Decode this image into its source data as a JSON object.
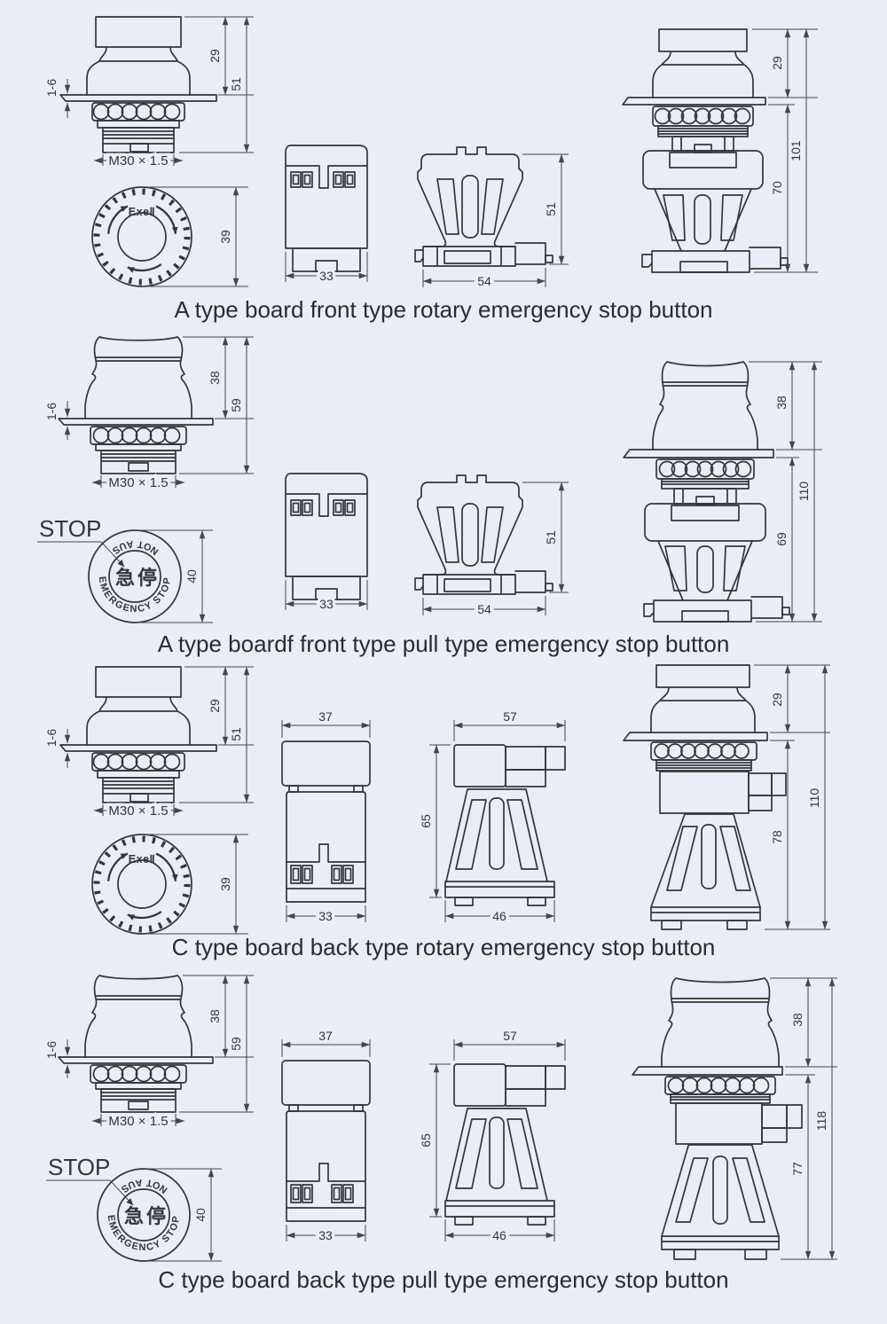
{
  "page": {
    "background": "#e9edf7",
    "ink": "#35353a",
    "caption_color": "#2b2b30"
  },
  "sections": [
    {
      "caption": "A type board front type rotary emergency stop button",
      "side": {
        "panel_dim": "1-6",
        "head_dim": "29",
        "total_dim": "51",
        "thread": "M30 × 1.5"
      },
      "top": {
        "brand": "ExeⅡ",
        "dia_dim": "39"
      },
      "block": {
        "width_dim": "33"
      },
      "mount": {
        "width_dim": "54",
        "height_dim": "51"
      },
      "assembly": {
        "head_dim": "29",
        "body_dim": "70",
        "total_dim": "101"
      }
    },
    {
      "caption": "A type boardf front type pull type emergency stop button",
      "side": {
        "panel_dim": "1-6",
        "head_dim": "38",
        "total_dim": "59",
        "thread": "M30 × 1.5"
      },
      "top": {
        "callout": "STOP",
        "ring_bottom": "EMERGENCY STOP",
        "ring_top": "NOT AUS",
        "center": "急停",
        "dia_dim": "40"
      },
      "block": {
        "width_dim": "33"
      },
      "mount": {
        "width_dim": "54",
        "height_dim": "51"
      },
      "assembly": {
        "head_dim": "38",
        "body_dim": "69",
        "total_dim": "110"
      }
    },
    {
      "caption": "C type board back type rotary emergency stop button",
      "side": {
        "panel_dim": "1-6",
        "head_dim": "29",
        "total_dim": "51",
        "thread": "M30 × 1.5"
      },
      "top": {
        "brand": "ExeⅡ",
        "dia_dim": "39"
      },
      "block": {
        "top_dim": "37",
        "width_dim": "33"
      },
      "mount": {
        "top_dim": "57",
        "height_dim": "65",
        "base_dim": "46"
      },
      "assembly": {
        "head_dim": "29",
        "body_dim": "78",
        "total_dim": "110"
      }
    },
    {
      "caption": "C type board back type pull type emergency stop button",
      "side": {
        "panel_dim": "1-6",
        "head_dim": "38",
        "total_dim": "59",
        "thread": "M30 × 1.5"
      },
      "top": {
        "callout": "STOP",
        "ring_bottom": "EMERGENCY STOP",
        "ring_top": "NOT AUS",
        "center": "急停",
        "dia_dim": "40"
      },
      "block": {
        "top_dim": "37",
        "width_dim": "33"
      },
      "mount": {
        "top_dim": "57",
        "height_dim": "65",
        "base_dim": "46"
      },
      "assembly": {
        "head_dim": "38",
        "body_dim": "77",
        "total_dim": "118"
      }
    }
  ]
}
